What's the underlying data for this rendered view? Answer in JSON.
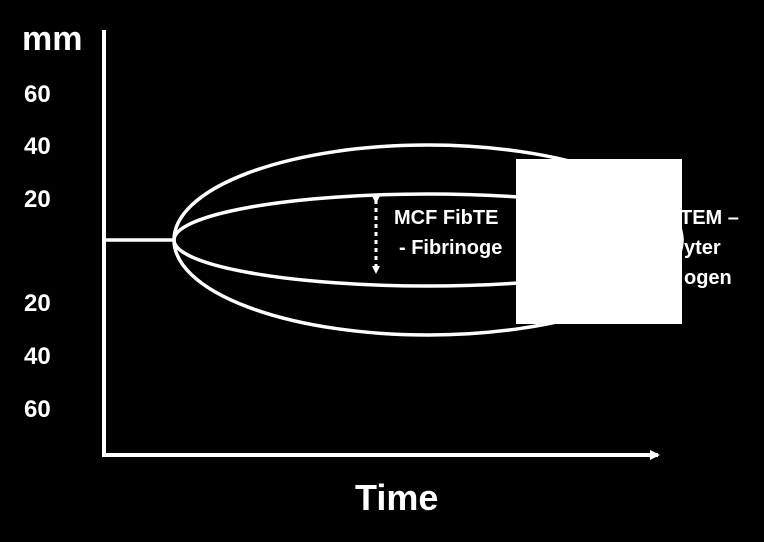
{
  "axis": {
    "y_unit": "mm",
    "y_ticks_upper": [
      "60",
      "40",
      "20"
    ],
    "y_ticks_lower": [
      "20",
      "40",
      "60"
    ],
    "x_label": "Time"
  },
  "annotation": {
    "line1": "MCF FibTE",
    "line1_right": "TEM –",
    "line2": "- Fibrinoge",
    "line2_right": "yter",
    "line3_right": "ogen"
  },
  "colors": {
    "background": "#000000",
    "foreground": "#ffffff",
    "cover_box": "#ffffff"
  }
}
